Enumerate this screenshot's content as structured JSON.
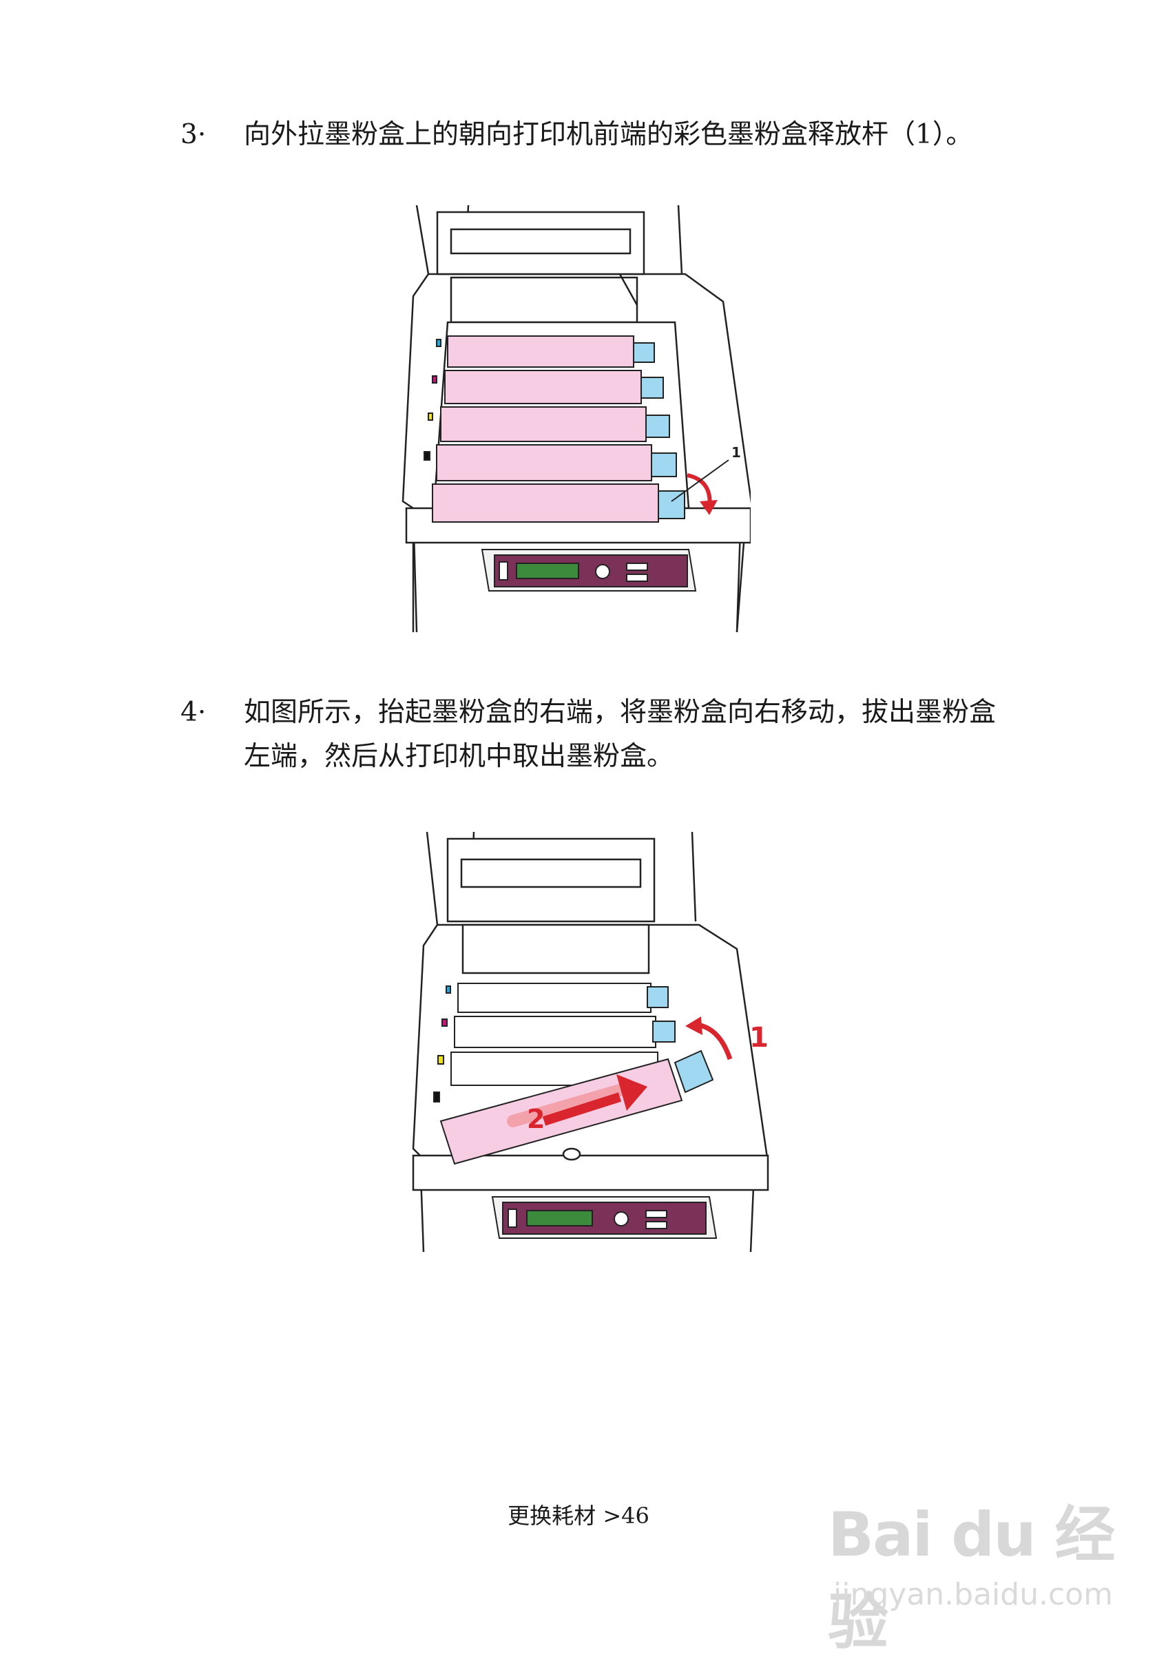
{
  "steps": [
    {
      "number": "3·",
      "text": "向外拉墨粉盒上的朝向打印机前端的彩色墨粉盒释放杆（1）。"
    },
    {
      "number": "4·",
      "text": "如图所示，抬起墨粉盒的右端，将墨粉盒向右移动，拔出墨粉盒左端，然后从打印机中取出墨粉盒。"
    }
  ],
  "figures": [
    {
      "callouts": [
        "1"
      ]
    },
    {
      "callouts": [
        "1",
        "2"
      ]
    }
  ],
  "footer": {
    "page_label": "更换耗材 >46"
  },
  "watermark": {
    "brand": "Bai du 经验",
    "url": "jingyan.baidu.com"
  },
  "colors": {
    "toner_pink": "#f7cde3",
    "lever_blue": "#9fd8f0",
    "panel_purple": "#7b3158",
    "arrow_red": "#d9262e",
    "lcd_green": "#3c8a3c",
    "cyan_tag": "#1fa7df",
    "magenta_tag": "#c4157a",
    "yellow_tag": "#f2e41a",
    "black_tag": "#111111"
  }
}
